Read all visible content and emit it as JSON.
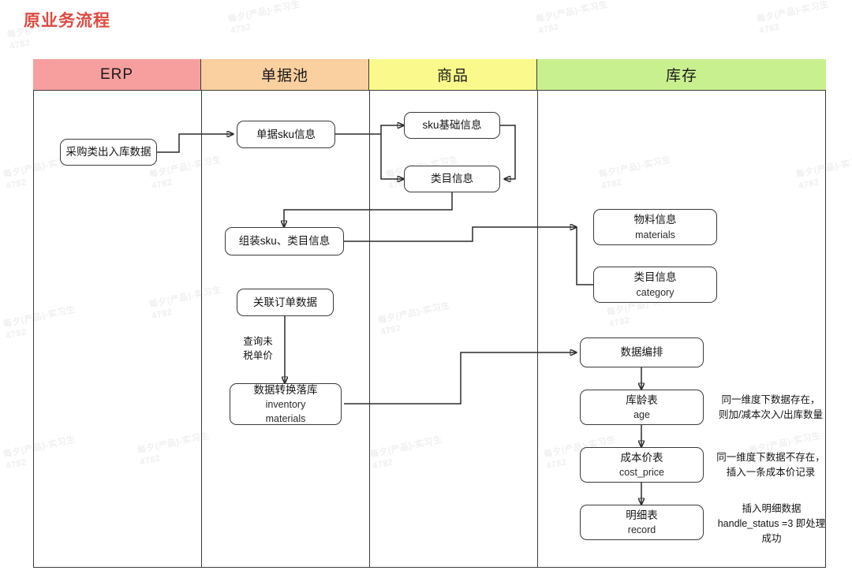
{
  "title": "原业务流程",
  "title_color": "#dd4b43",
  "lanes": [
    {
      "label": "ERP",
      "color": "#f79f9f"
    },
    {
      "label": "单据池",
      "color": "#fad0a0"
    },
    {
      "label": "商品",
      "color": "#fafa8c"
    },
    {
      "label": "库存",
      "color": "#c9f08f"
    }
  ],
  "nodes": {
    "erp_purchase": {
      "cn": "采购类出入库数据",
      "en": ""
    },
    "doc_sku": {
      "cn": "单据sku信息",
      "en": ""
    },
    "sku_base": {
      "cn": "sku基础信息",
      "en": ""
    },
    "category_info": {
      "cn": "类目信息",
      "en": ""
    },
    "assemble": {
      "cn": "组装sku、类目信息",
      "en": ""
    },
    "link_order": {
      "cn": "关联订单数据",
      "en": ""
    },
    "transform": {
      "cn": "数据转换落库",
      "en": "inventory",
      "en2": "materials"
    },
    "materials": {
      "cn": "物料信息",
      "en": "materials"
    },
    "category_table": {
      "cn": "类目信息",
      "en": "category"
    },
    "arrange": {
      "cn": "数据编排",
      "en": ""
    },
    "age_table": {
      "cn": "库龄表",
      "en": "age"
    },
    "cost_table": {
      "cn": "成本价表",
      "en": "cost_price"
    },
    "record_table": {
      "cn": "明细表",
      "en": "record"
    }
  },
  "edge_labels": {
    "query_untaxed": "查询未\n税单价"
  },
  "notes": {
    "age_note": "同一维度下数据存在，\n则加/减本次入/出库数量",
    "cost_note": "同一维度下数据不存在，\n插入一条成本价记录",
    "record_note": "插入明细数据\nhandle_status =3 即处理\n成功"
  },
  "watermark": {
    "line1": "每夕(产品)-实习生",
    "line2": "4782"
  }
}
